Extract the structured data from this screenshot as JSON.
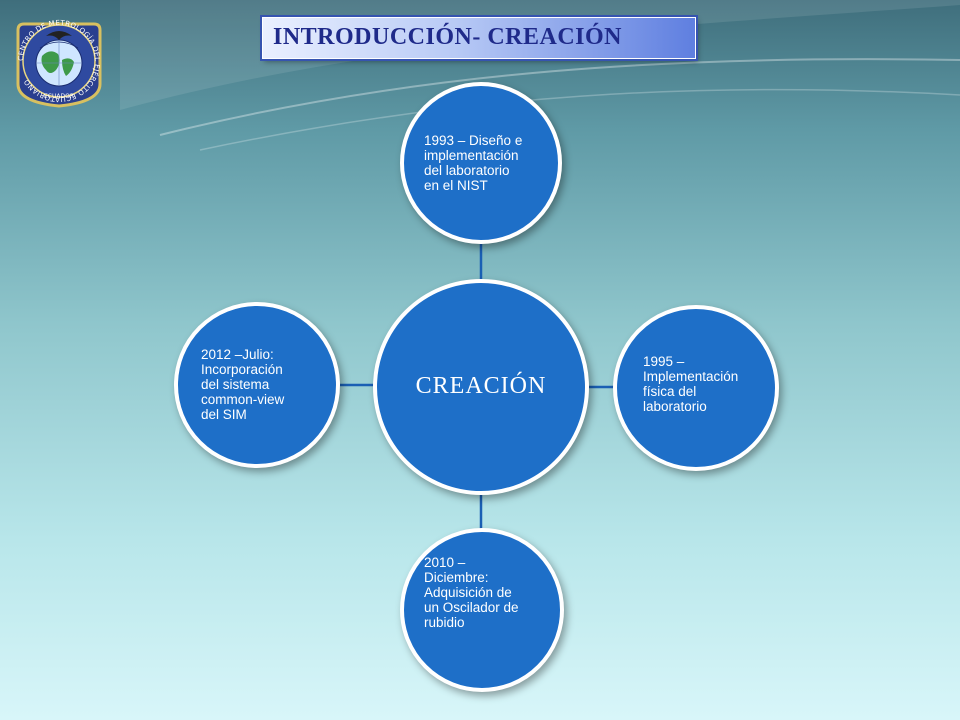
{
  "slide": {
    "title": "INTRODUCCIÓN- CREACIÓN",
    "logo": {
      "ring_text": "CENTRO DE METROLOGÍA DEL EJÉRCITO ECUATORIANO",
      "bottom_text": "ECUADOR"
    }
  },
  "diagram": {
    "center": "CREACIÓN",
    "nodes": {
      "top": "1993 – Diseño e\nimplementación\ndel laboratorio\nen el NIST",
      "right": "1995 –\nImplementación\nfísica del\nlaboratorio",
      "bottom": "2010 –\nDiciembre:\nAdquisición de\nun Oscilador de\nrubidio",
      "left": "2012 –Julio:\nIncorporación\ndel sistema\ncommon-view\ndel SIM"
    }
  },
  "colors": {
    "node_fill": "#1e6fc8",
    "connector": "#1a5fb4",
    "title_text": "#1f2a8a"
  }
}
